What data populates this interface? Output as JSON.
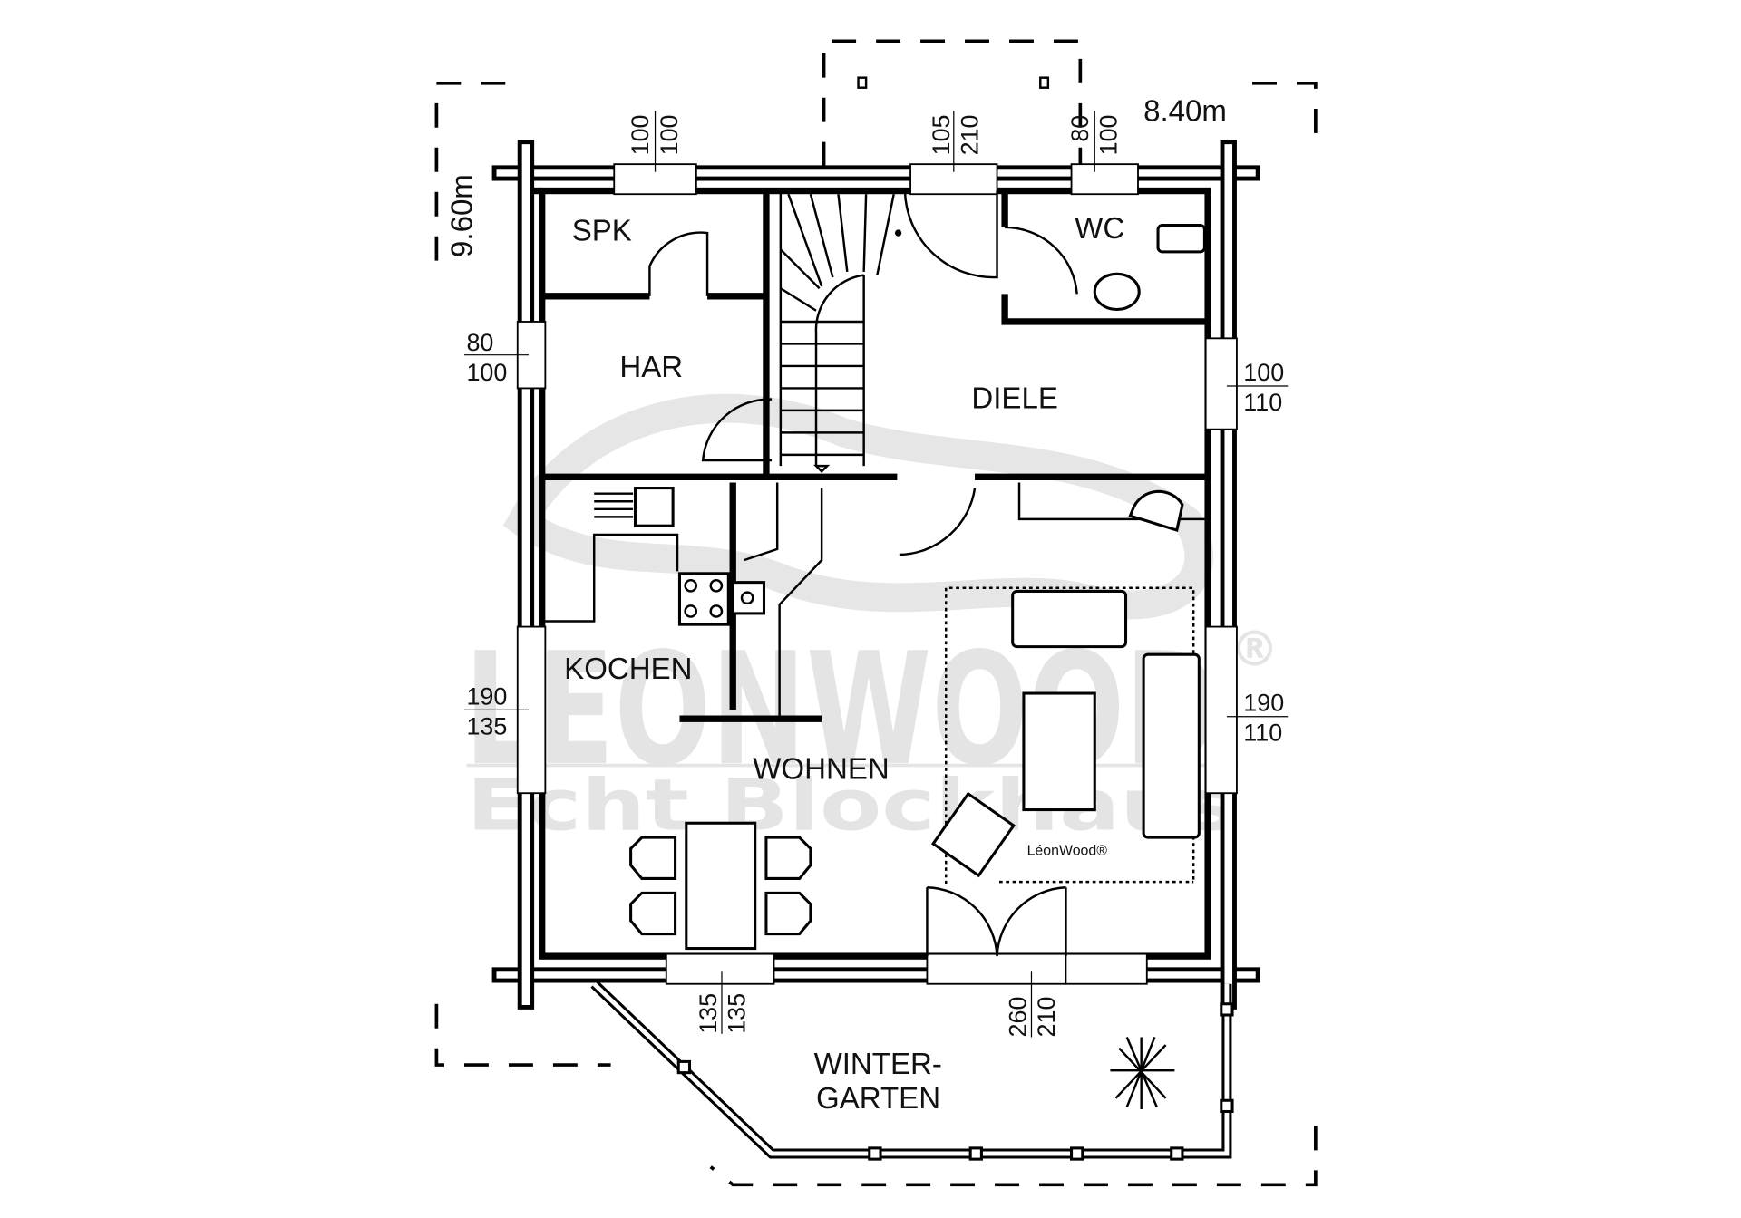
{
  "watermark": {
    "brand": "LEONWOOD",
    "registered": "®",
    "tagline": "Echt Blockhaus",
    "small_logo": "LéonWood®"
  },
  "overall_dimensions": {
    "width": "8.40m",
    "depth": "9.60m"
  },
  "rooms": {
    "spk": "SPK",
    "har": "HAR",
    "diele": "DIELE",
    "wc": "WC",
    "kochen": "KOCHEN",
    "wohnen": "WOHNEN",
    "wintergarten_line1": "WINTER-",
    "wintergarten_line2": "GARTEN"
  },
  "openings": {
    "top_spk": {
      "width": "100",
      "height": "100"
    },
    "top_diele": {
      "width": "105",
      "height": "210"
    },
    "top_wc": {
      "width": "80",
      "height": "100"
    },
    "left_har": {
      "width": "80",
      "height": "100"
    },
    "left_kochen": {
      "width": "190",
      "height": "135"
    },
    "right_diele": {
      "width": "100",
      "height": "110"
    },
    "right_wohnen": {
      "width": "190",
      "height": "110"
    },
    "bottom_window": {
      "width": "135",
      "height": "135"
    },
    "bottom_door": {
      "width": "260",
      "height": "210"
    }
  },
  "colors": {
    "line": "#000000",
    "watermark": "#e4e4e4"
  }
}
